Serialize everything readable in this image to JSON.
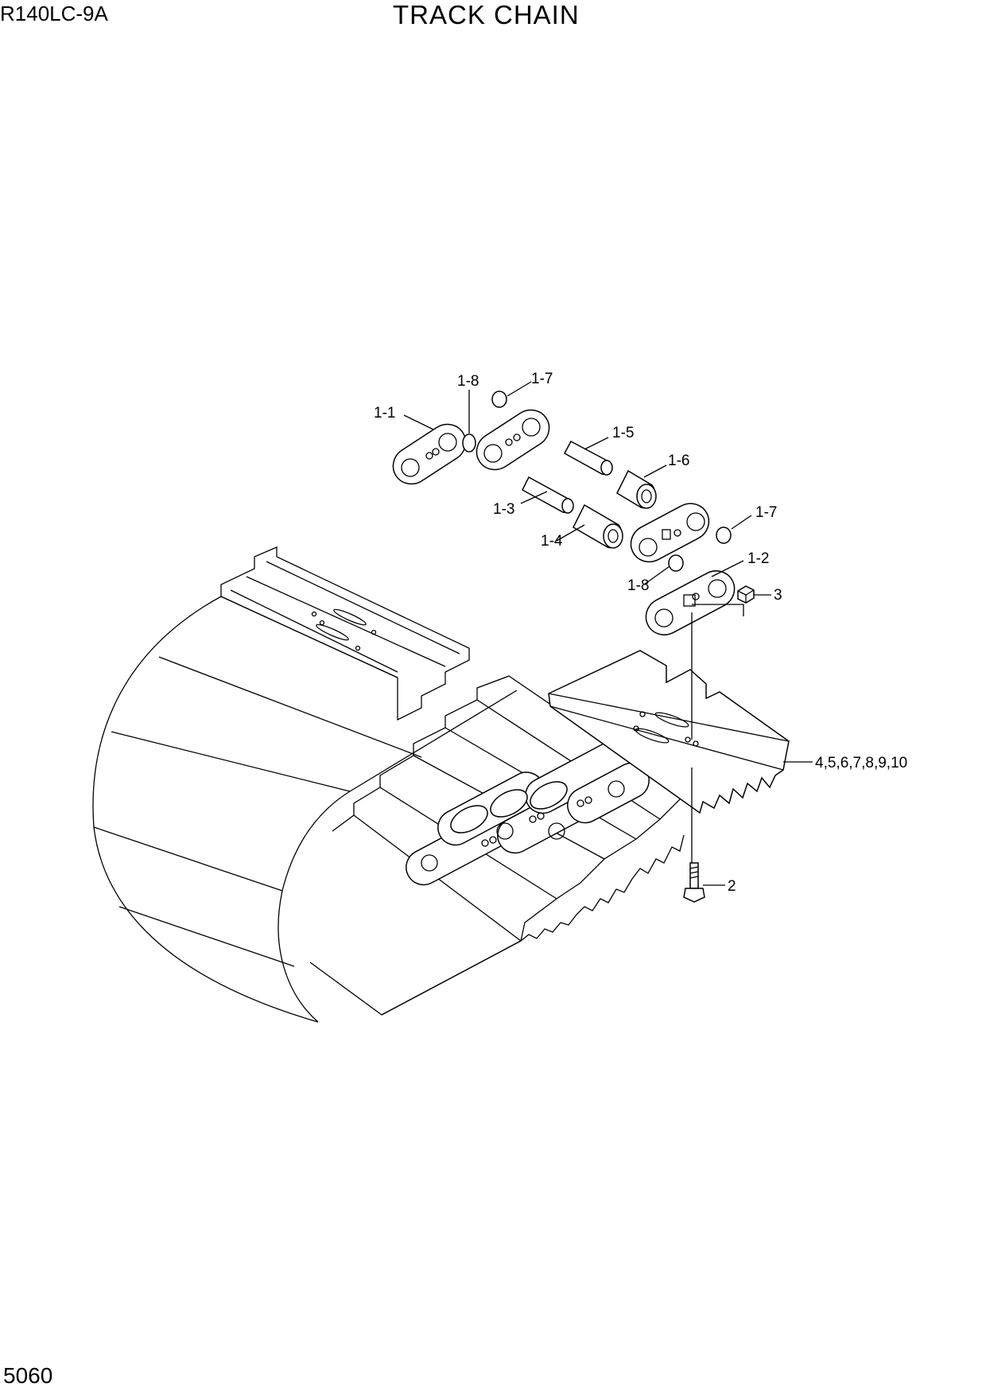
{
  "header": {
    "model": "R140LC-9A",
    "title": "TRACK CHAIN"
  },
  "footer": {
    "page_number": "5060"
  },
  "callouts": {
    "c_1_1": "1-1",
    "c_1_8a": "1-8",
    "c_1_7a": "1-7",
    "c_1_5": "1-5",
    "c_1_6": "1-6",
    "c_1_3": "1-3",
    "c_1_4": "1-4",
    "c_1_7b": "1-7",
    "c_1_2": "1-2",
    "c_1_8b": "1-8",
    "c_3": "3",
    "c_4_10": "4,5,6,7,8,9,10",
    "c_2": "2"
  }
}
